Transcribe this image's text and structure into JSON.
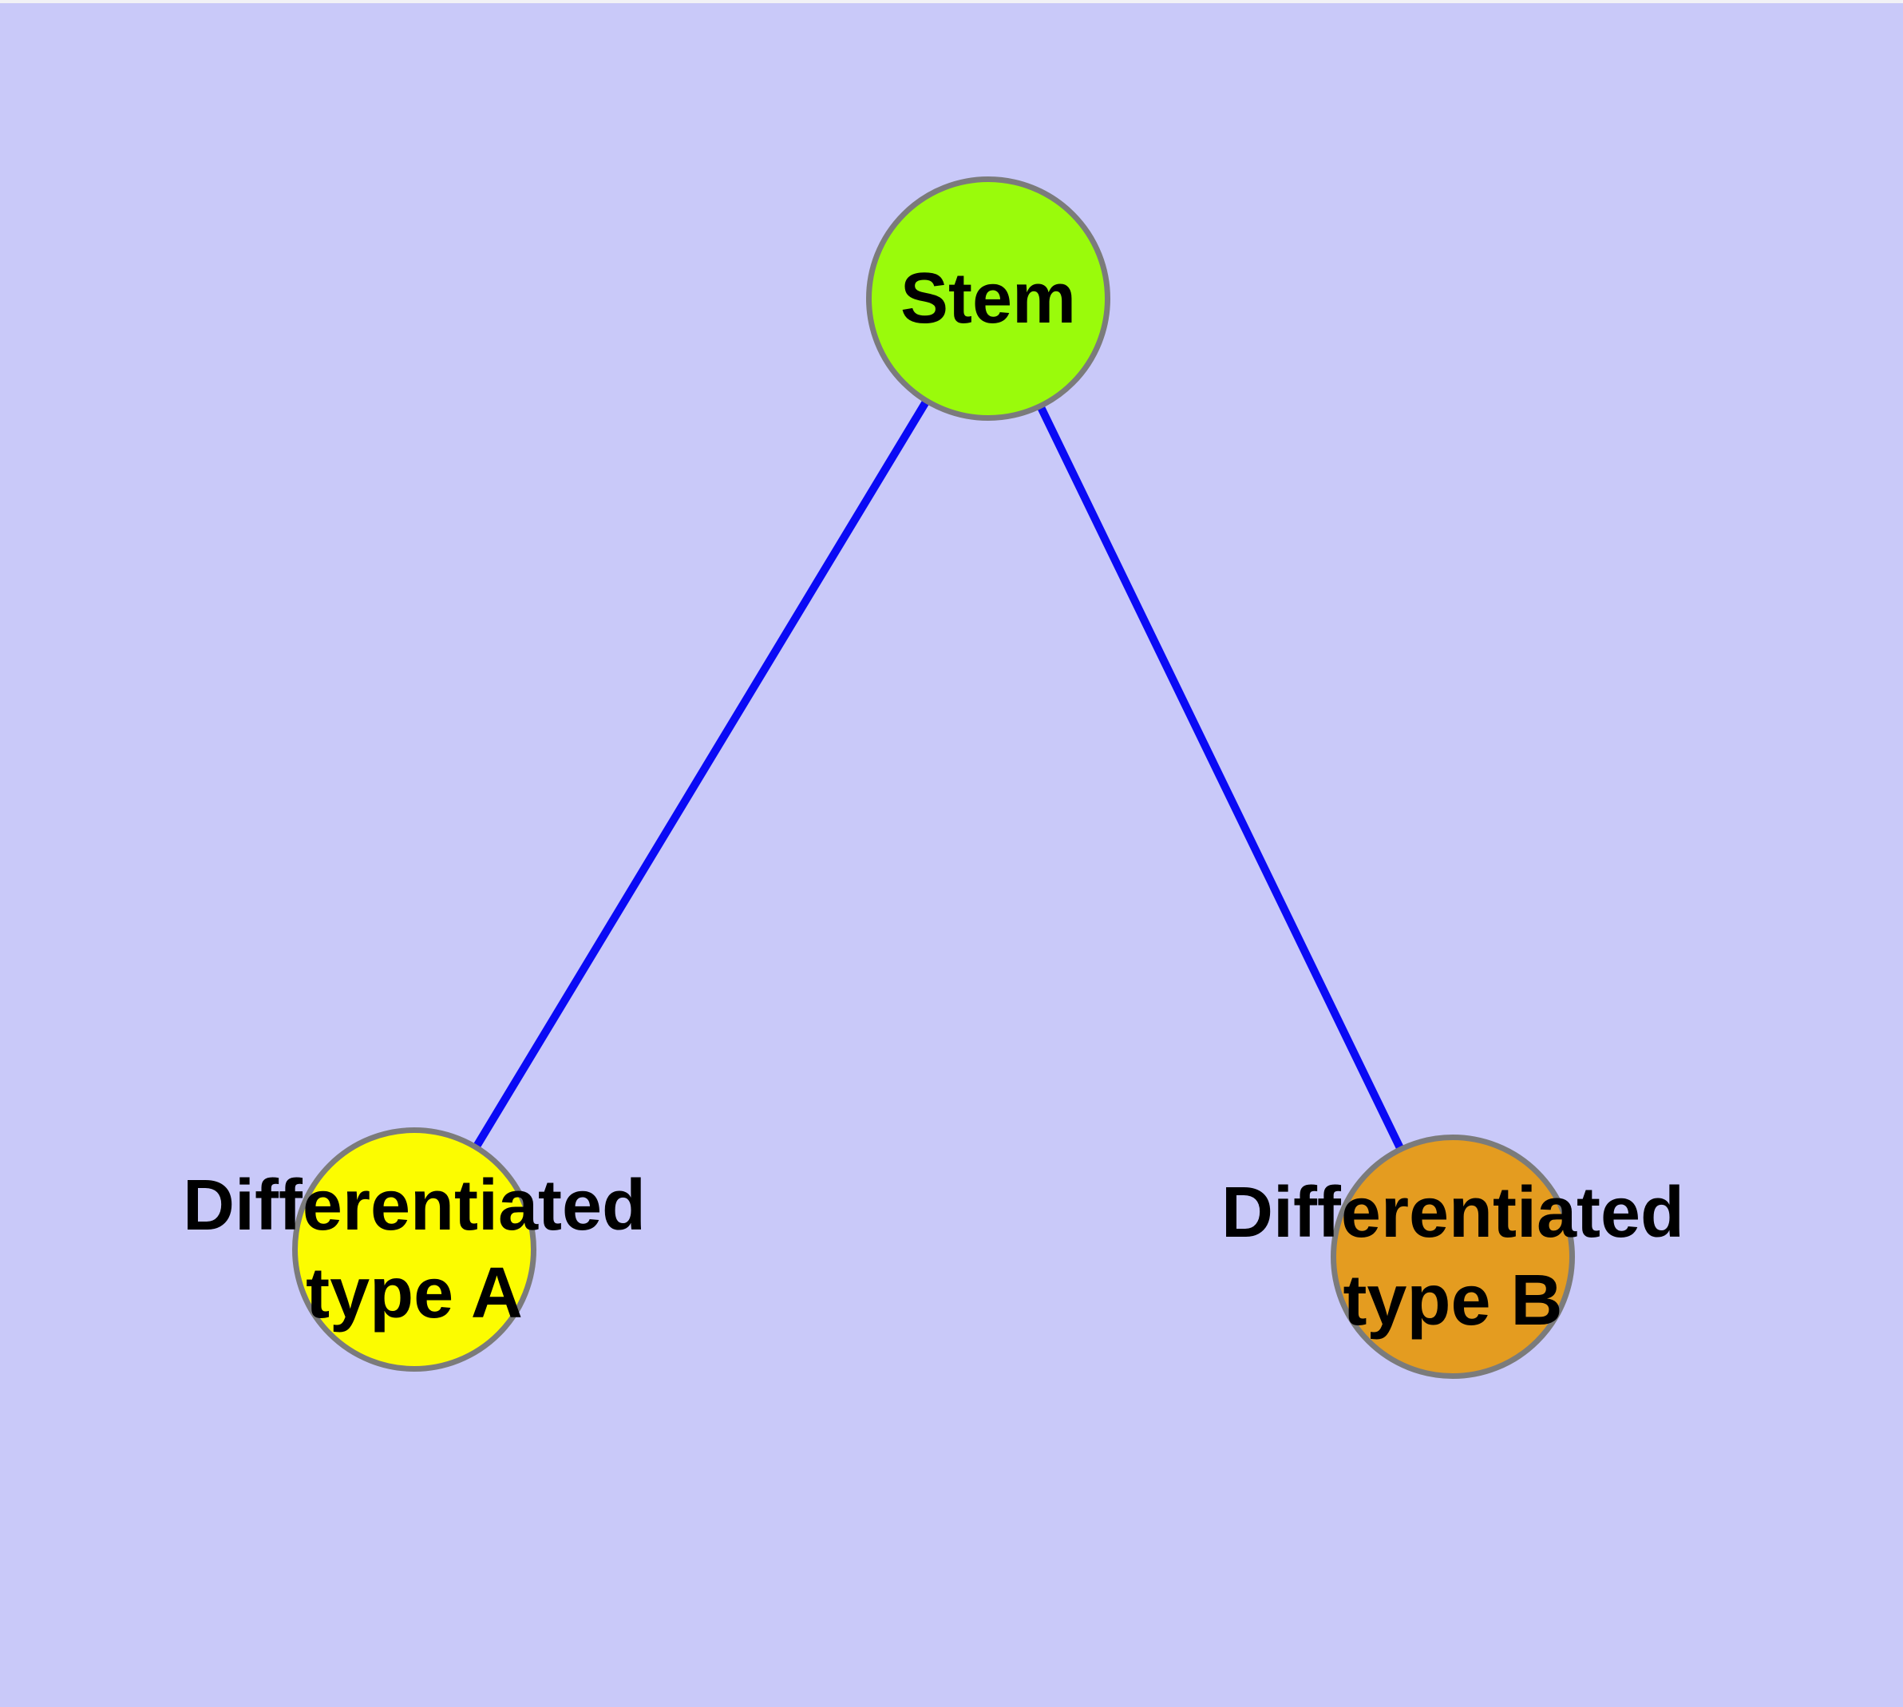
{
  "diagram": {
    "type": "graph",
    "background_color": "#C9C9F9",
    "edge_color": "#0A0AF5",
    "node_border_color": "#7B7B7B",
    "label_color": "#000000",
    "nodes": [
      {
        "id": "stem",
        "label": "Stem",
        "fill": "#9AFB0B"
      },
      {
        "id": "differentiated-type-a",
        "label": "Differentiated\ntype A",
        "fill": "#FCFC00"
      },
      {
        "id": "differentiated-type-b",
        "label": "Differentiated\ntype B",
        "fill": "#E49C20"
      }
    ],
    "edges": [
      {
        "from": "Stem",
        "to": "Differentiated type A"
      },
      {
        "from": "Stem",
        "to": "Differentiated type B"
      }
    ]
  }
}
